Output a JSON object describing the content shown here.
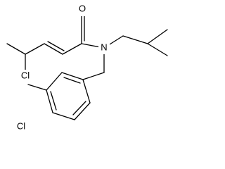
{
  "molecule": {
    "atoms": {
      "oxygen": "O",
      "nitrogen": "N",
      "chlorine_alkyl": "Cl",
      "chlorine_aryl": "Cl"
    }
  },
  "colors": {
    "bond": "#000000",
    "label": "#000000",
    "background": "#ffffff"
  }
}
